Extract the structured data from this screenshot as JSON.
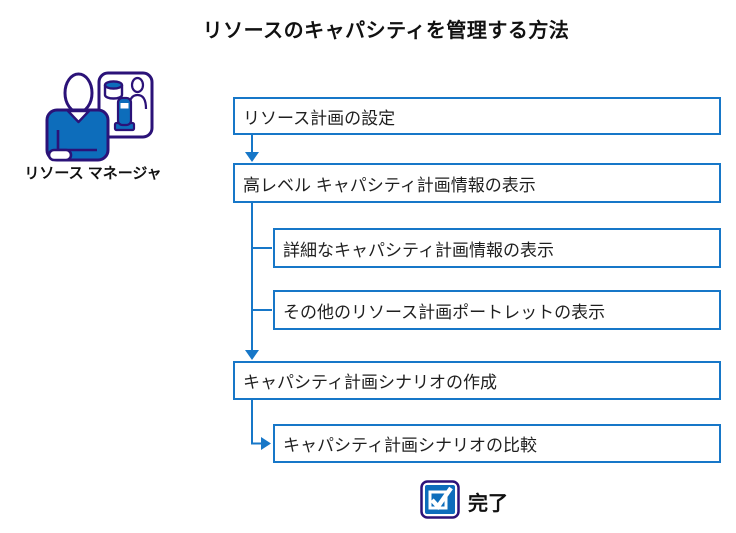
{
  "title": "リソースのキャパシティを管理する方法",
  "actor": {
    "label": "リソース マネージャ",
    "icon": "resource-manager-icon"
  },
  "flow": {
    "steps": [
      {
        "id": "step-1",
        "label": "リソース計画の設定",
        "indent": 0
      },
      {
        "id": "step-2",
        "label": "高レベル キャパシティ計画情報の表示",
        "indent": 0
      },
      {
        "id": "step-3",
        "label": "詳細なキャパシティ計画情報の表示",
        "indent": 1
      },
      {
        "id": "step-4",
        "label": "その他のリソース計画ポートレットの表示",
        "indent": 1
      },
      {
        "id": "step-5",
        "label": "キャパシティ計画シナリオの作成",
        "indent": 0
      },
      {
        "id": "step-6",
        "label": "キャパシティ計画シナリオの比較",
        "indent": 1
      }
    ]
  },
  "footer": {
    "done_label": "完了",
    "icon": "complete-checkbox-icon"
  },
  "colors": {
    "box_border": "#1777C8",
    "connector": "#1777C8",
    "outline_navy": "#2B1278",
    "fill_blue": "#0D6DBB",
    "text": "#1A1A1A",
    "background": "#FFFFFF"
  }
}
